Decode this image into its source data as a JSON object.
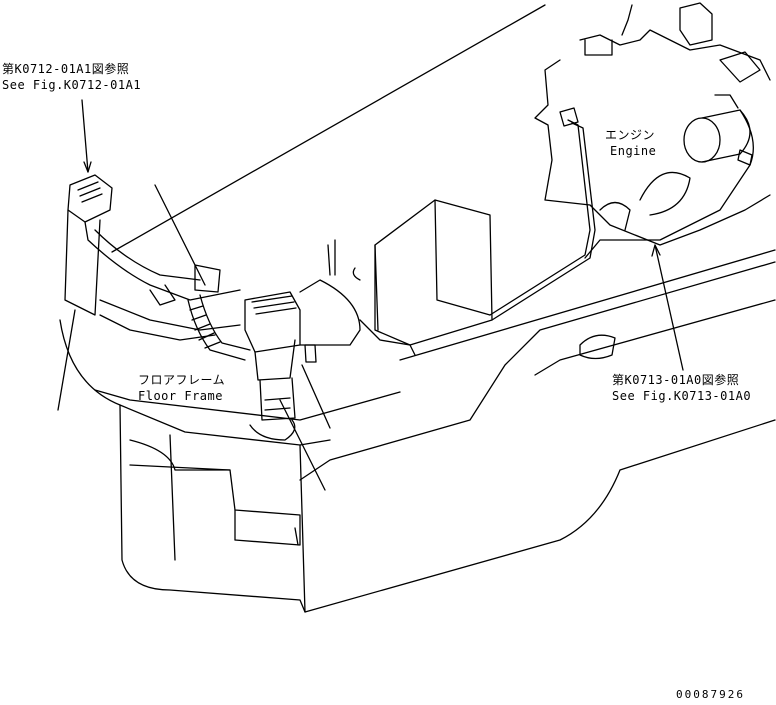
{
  "callouts": {
    "ref_k0712_jp": "第K0712-01A1図参照",
    "ref_k0712_en": "See Fig.K0712-01A1",
    "engine_jp": "エンジン",
    "engine_en": "Engine",
    "floor_frame_jp": "フロアフレーム",
    "floor_frame_en": "Floor Frame",
    "ref_k0713_jp": "第K0713-01A0図参照",
    "ref_k0713_en": "See Fig.K0713-01A0"
  },
  "drawing_number": "00087926",
  "colors": {
    "line": "#000000",
    "background": "#ffffff"
  }
}
